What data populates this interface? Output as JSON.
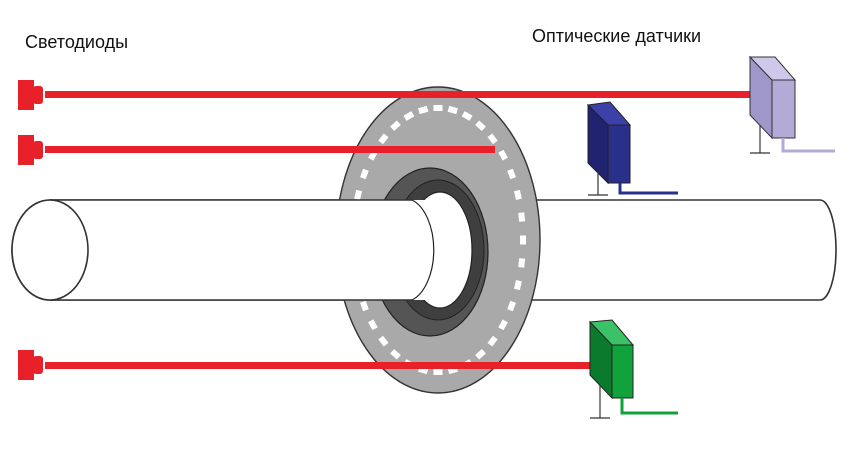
{
  "labels": {
    "leds": "Светодиоды",
    "sensors": "Оптические датчики"
  },
  "colors": {
    "led": "#e8202a",
    "beam": "#e8202a",
    "disk": "#a9a9a9",
    "shaft_fill": "#ffffff",
    "shaft_stroke": "#333333",
    "hub": "#555555",
    "sensor_top": "#b3aad8",
    "sensor_middle": "#2a2f8a",
    "sensor_bottom": "#12a23c"
  },
  "components": {
    "leds": [
      "led-top",
      "led-middle",
      "led-bottom"
    ],
    "sensors": [
      "sensor-top",
      "sensor-middle",
      "sensor-bottom"
    ],
    "disk_slot_count": 36
  }
}
